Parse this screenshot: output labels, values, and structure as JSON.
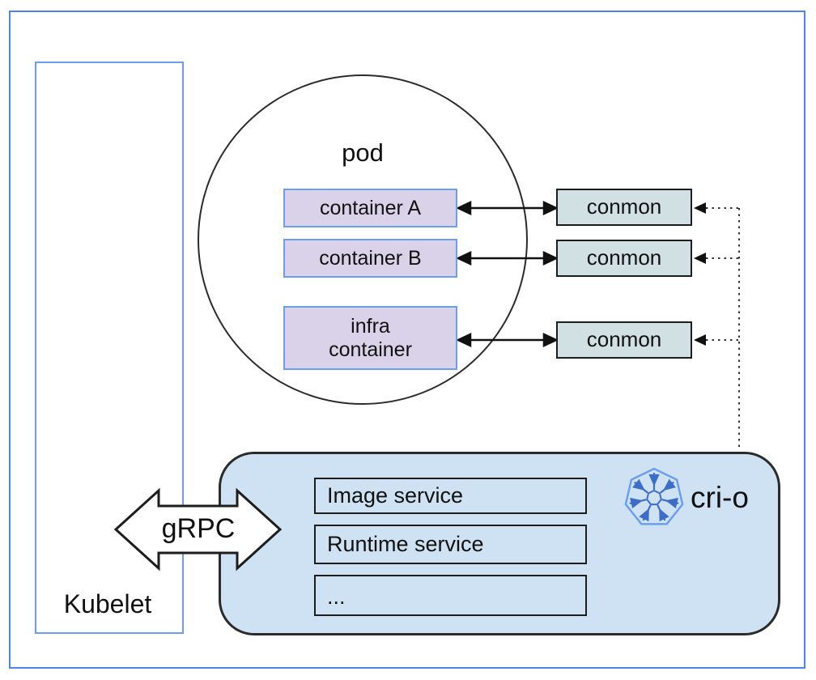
{
  "diagram": {
    "title_hint": "CRI-O architecture diagram",
    "kubelet": {
      "label": "Kubelet"
    },
    "pod": {
      "label": "pod",
      "containers": [
        {
          "label": "container A"
        },
        {
          "label": "container B"
        },
        {
          "label": "infra container"
        }
      ]
    },
    "conmons": [
      {
        "label": "conmon"
      },
      {
        "label": "conmon"
      },
      {
        "label": "conmon"
      }
    ],
    "grpc": {
      "label": "gRPC"
    },
    "crio": {
      "label": "cri-o",
      "icon": "crio-snowflake-icon",
      "services": [
        {
          "label": "Image service"
        },
        {
          "label": "Runtime service"
        },
        {
          "label": "..."
        }
      ]
    },
    "colors": {
      "outer_frame_border": "#4a86e8",
      "kubelet_border": "#6d9eeb",
      "container_fill": "#d9d2e9",
      "container_border": "#6d9eeb",
      "conmon_fill": "#d0e0e3",
      "crio_fill": "#cfe2f3",
      "line_color": "#1d1d1d",
      "snowflake_blue": "#3d6dc7",
      "heptagon_blue": "#6d9eeb"
    }
  }
}
